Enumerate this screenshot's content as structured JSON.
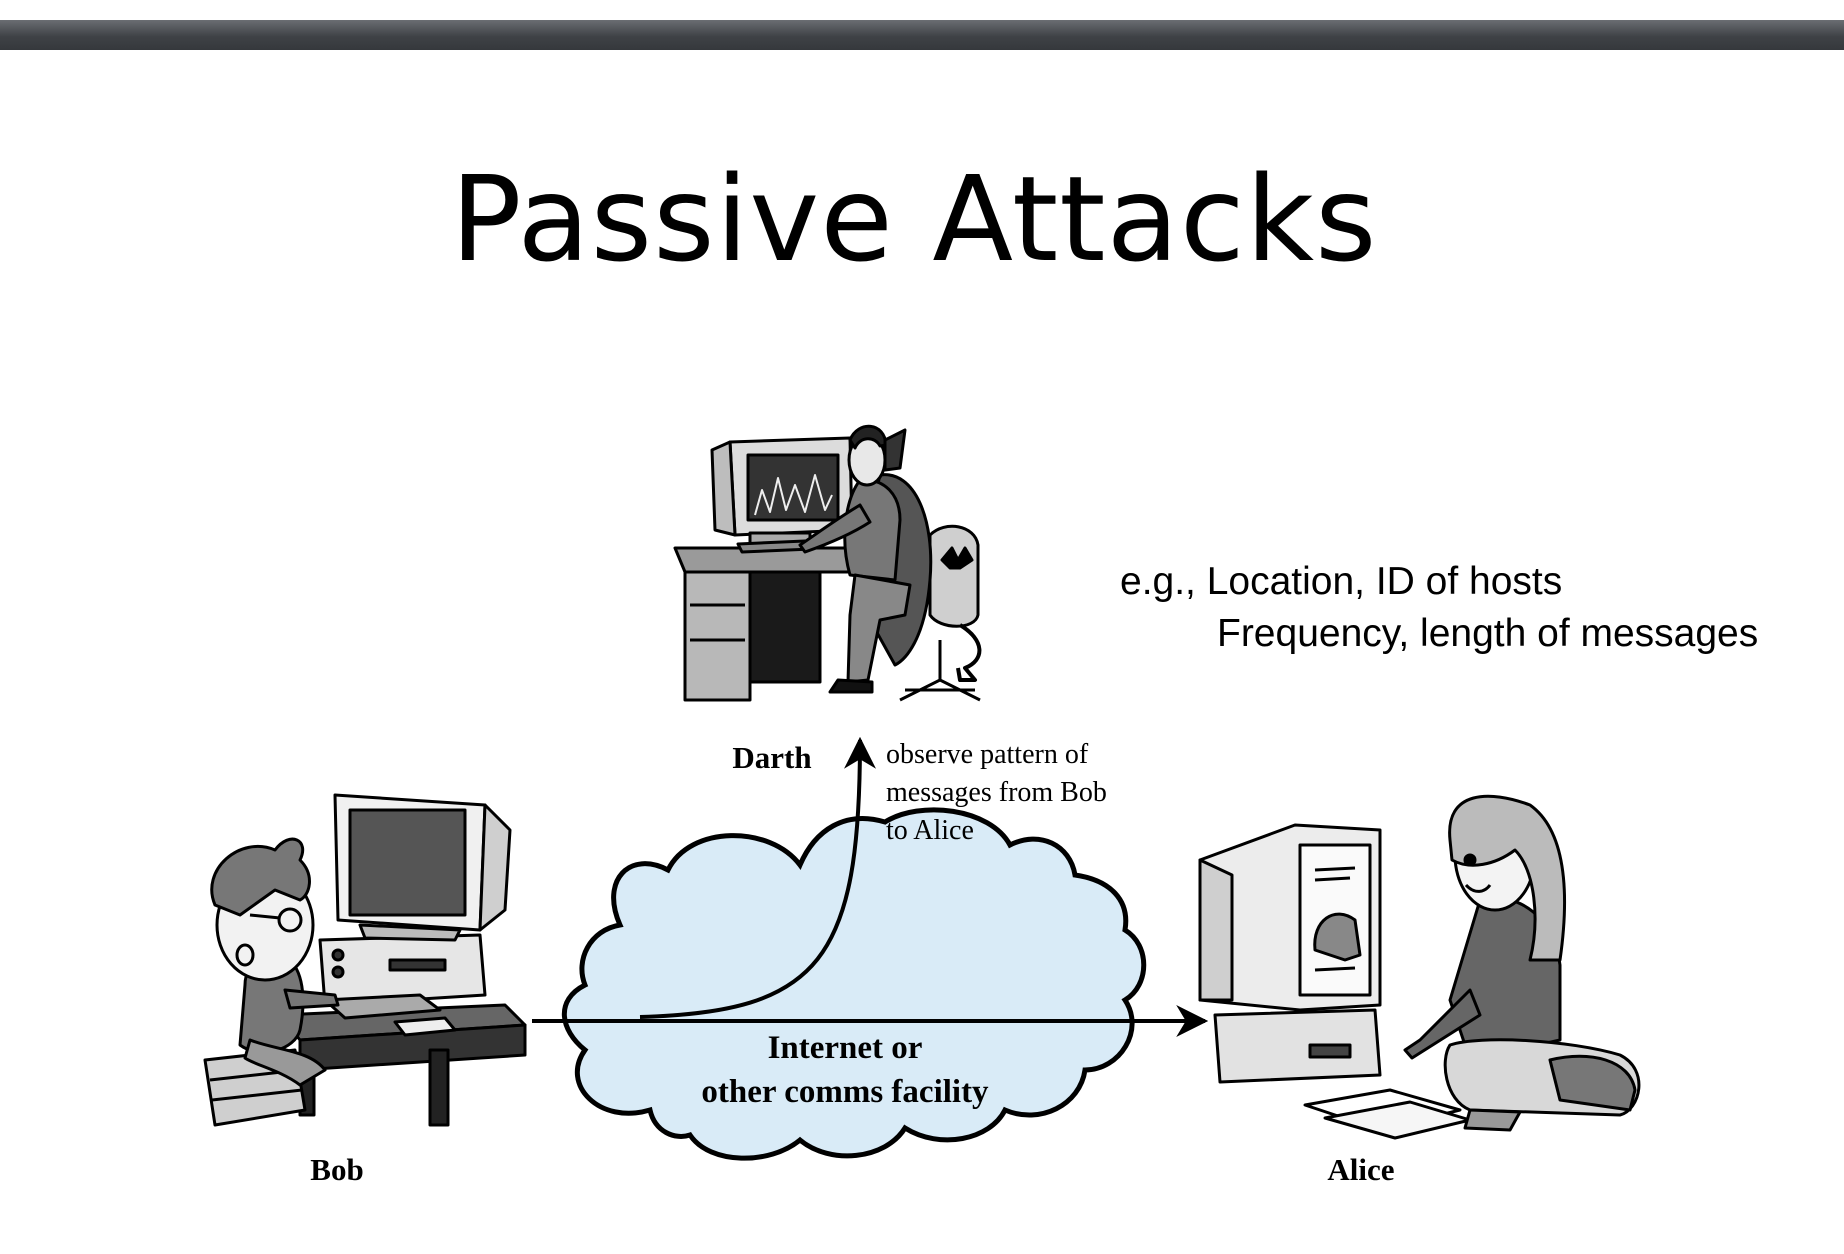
{
  "slide": {
    "title": "Passive Attacks"
  },
  "note": {
    "line1": "e.g., Location, ID of hosts",
    "line2": "Frequency, length of messages"
  },
  "diagram": {
    "attacker_label": "Darth",
    "sender_label": "Bob",
    "receiver_label": "Alice",
    "observe_caption": [
      "observe pattern of",
      "messages from Bob",
      "to Alice"
    ],
    "network_label": [
      "Internet or",
      "other comms facility"
    ],
    "colors": {
      "cloud_fill": "#d9ebf7",
      "ink": "#000000",
      "top_bar": "#3f4246"
    }
  }
}
